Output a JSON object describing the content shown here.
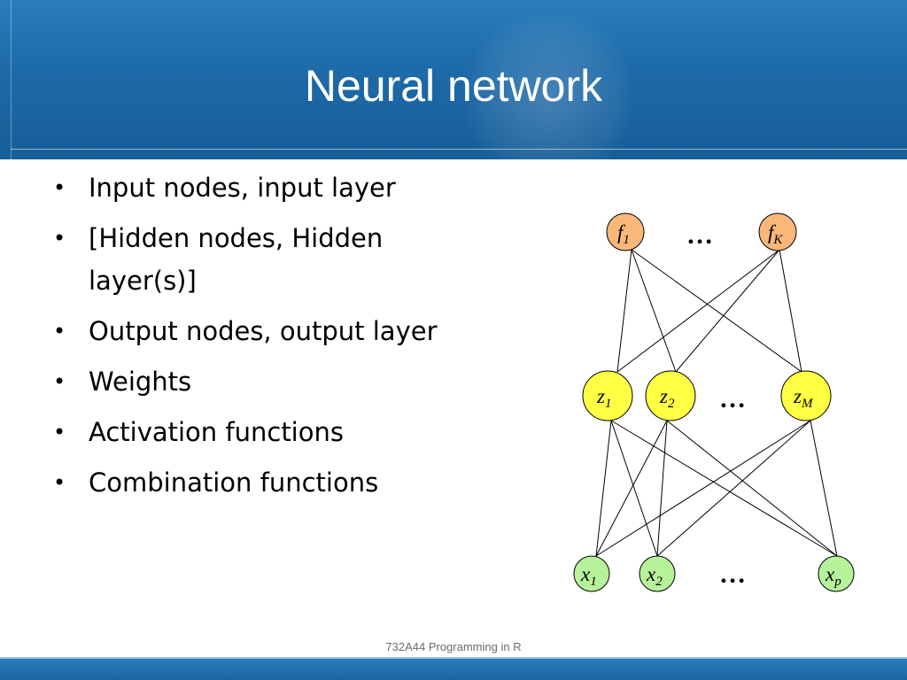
{
  "slide": {
    "title": "Neural network",
    "bullets": [
      "Input nodes, input layer",
      "[Hidden nodes, Hidden layer(s)]",
      "Output nodes, output layer",
      "Weights",
      "Activation functions",
      "Combination functions"
    ],
    "footer": "732A44 Programming in R"
  },
  "diagram": {
    "ellipsis": "…",
    "output_nodes": [
      {
        "var": "f",
        "sub": "1"
      },
      {
        "var": "f",
        "sub": "K"
      }
    ],
    "hidden_nodes": [
      {
        "var": "z",
        "sub": "1"
      },
      {
        "var": "z",
        "sub": "2"
      },
      {
        "var": "z",
        "sub": "M"
      }
    ],
    "input_nodes": [
      {
        "var": "x",
        "sub": "1"
      },
      {
        "var": "x",
        "sub": "2"
      },
      {
        "var": "x",
        "sub": "p"
      }
    ],
    "colors": {
      "output_fill": "#f9b77a",
      "hidden_fill": "#ffff44",
      "input_fill": "#b6f29a"
    }
  }
}
